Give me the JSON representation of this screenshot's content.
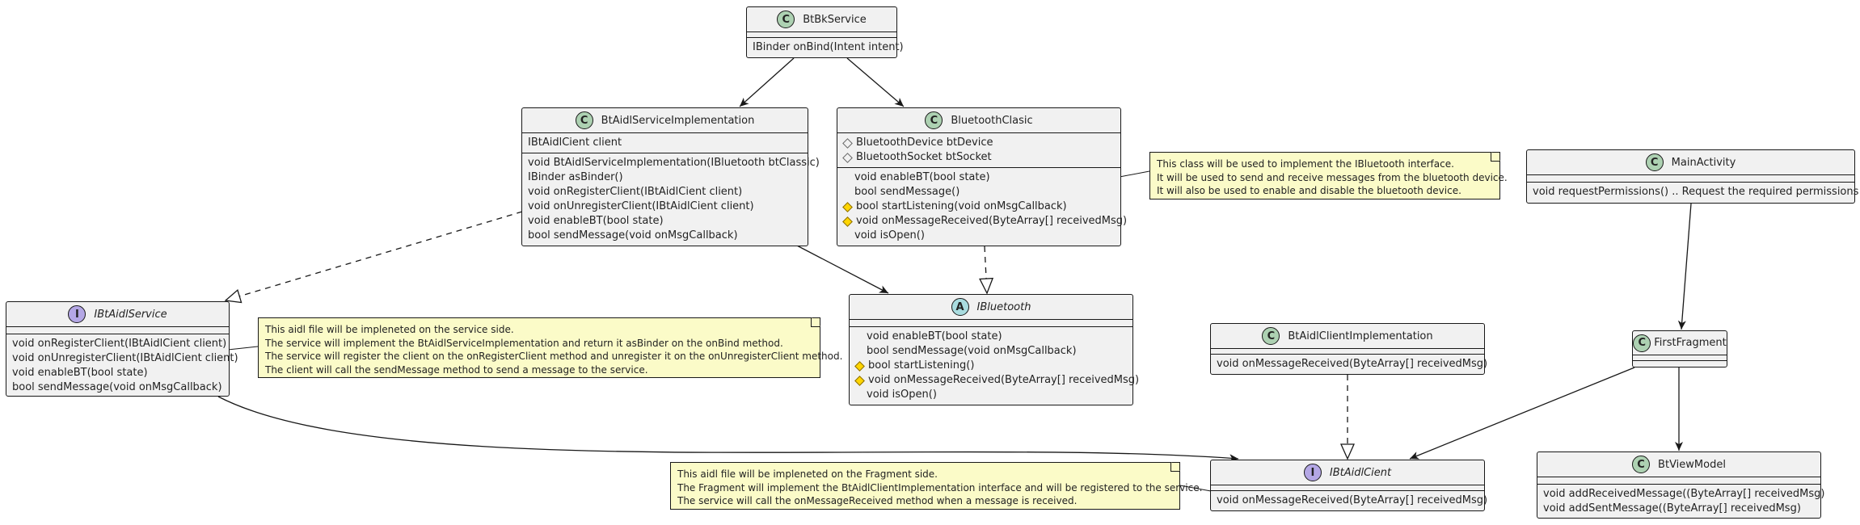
{
  "classes": {
    "btbkservice": {
      "kind": "C",
      "name": "BtBkService",
      "sections": [
        [],
        [
          "IBinder onBind(Intent intent)"
        ]
      ]
    },
    "btaidlserviceimpl": {
      "kind": "C",
      "name": "BtAidlServiceImplementation",
      "sections": [
        [
          "IBtAidlCient client"
        ],
        [
          "void BtAidlServiceImplementation(IBluetooth btClassic)",
          "IBinder asBinder()",
          "void onRegisterClient(IBtAidlCient client)",
          "void onUnregisterClient(IBtAidlCient client)",
          "void enableBT(bool state)",
          "bool sendMessage(void onMsgCallback)"
        ]
      ]
    },
    "bluetoothclasic": {
      "kind": "C",
      "name": "BluetoothClasic",
      "sections": [
        [
          "BluetoothDevice btDevice",
          "BluetoothSocket btSocket"
        ],
        [
          "void enableBT(bool state)",
          "bool sendMessage()",
          "bool startListening(void onMsgCallback)",
          "void onMessageReceived(ByteArray[] receivedMsg)",
          "void isOpen()"
        ]
      ]
    },
    "mainactivity": {
      "kind": "C",
      "name": "MainActivity",
      "sections": [
        [],
        [
          "void requestPermissions() .. Request the required permissions"
        ]
      ]
    },
    "ibtaidlservice": {
      "kind": "I",
      "name": "IBtAidlService",
      "sections": [
        [],
        [
          "void onRegisterClient(IBtAidlCient client)",
          "void onUnregisterClient(IBtAidlCient client)",
          "void enableBT(bool state)",
          "bool sendMessage(void onMsgCallback)"
        ]
      ]
    },
    "ibluetooth": {
      "kind": "A",
      "name": "IBluetooth",
      "sections": [
        [],
        [
          "void enableBT(bool state)",
          "bool sendMessage(void onMsgCallback)",
          "bool startListening()",
          "void onMessageReceived(ByteArray[] receivedMsg)",
          "void isOpen()"
        ]
      ]
    },
    "btaidlclientimpl": {
      "kind": "C",
      "name": "BtAidlClientImplementation",
      "sections": [
        [],
        [
          "void onMessageReceived(ByteArray[] receivedMsg)"
        ]
      ]
    },
    "firstfragment": {
      "kind": "C",
      "name": "FirstFragment",
      "sections": [
        [],
        []
      ]
    },
    "ibtaidlcient": {
      "kind": "I",
      "name": "IBtAidlCient",
      "sections": [
        [],
        [
          "void onMessageReceived(ByteArray[] receivedMsg)"
        ]
      ]
    },
    "btviewmodel": {
      "kind": "C",
      "name": "BtViewModel",
      "sections": [
        [],
        [
          "void addReceivedMessage((ByteArray[] receivedMsg)",
          "void addSentMessage((ByteArray[] receivedMsg)"
        ]
      ]
    }
  },
  "notes": {
    "bluetooth_note": [
      "This class will be used to implement the IBluetooth interface.",
      "It will be used to send and receive messages from the bluetooth device.",
      "It will also be used to enable and disable the bluetooth device."
    ],
    "service_note": [
      "This aidl file will be impleneted on the service side.",
      "The service will implement the BtAidlServiceImplementation and return it asBinder on the onBind method.",
      "The service will register the client on the onRegisterClient method and unregister it on the onUnregisterClient method.",
      "The client will call the sendMessage method to send a message to the service."
    ],
    "fragment_note": [
      "This aidl file will be impleneted on the Fragment side.",
      "The Fragment will implement the BtAidlClientImplementation interface and will be registered to the service.",
      "The service will call the onMessageReceived method when a message is received."
    ]
  }
}
